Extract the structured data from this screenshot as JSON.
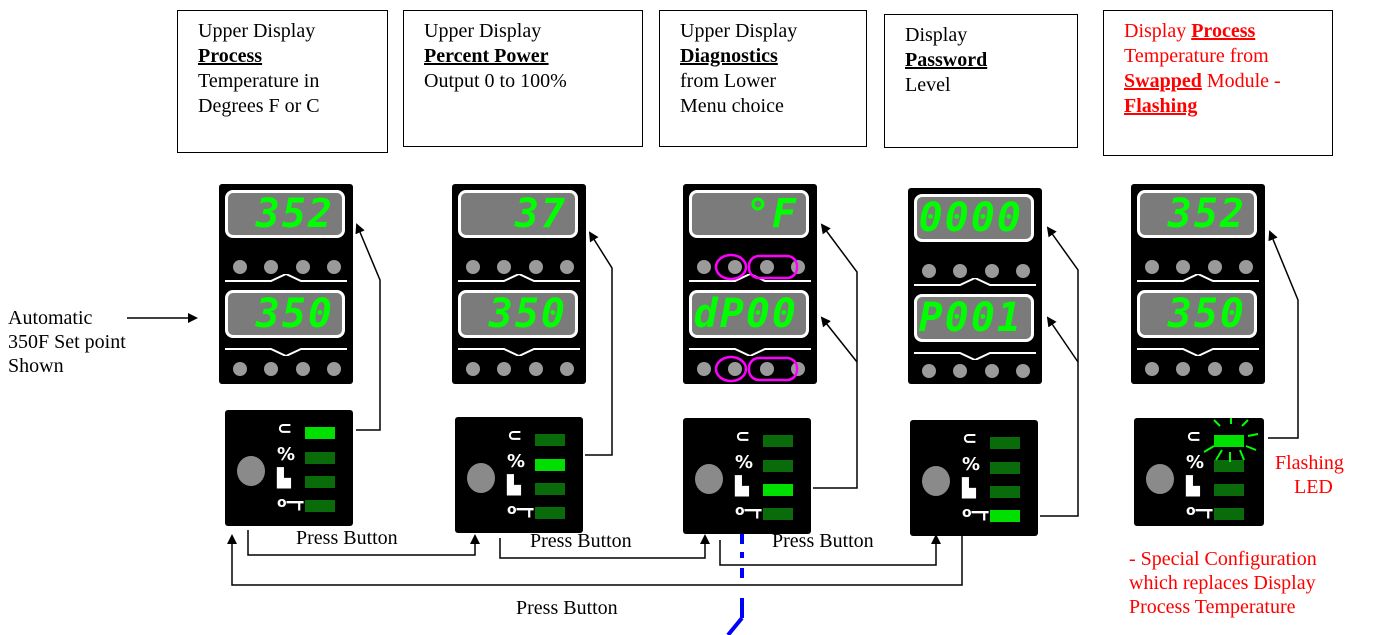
{
  "boxes": [
    {
      "line1": "Upper Display",
      "line2": "Process",
      "line3": "Temperature in",
      "line4": "Degrees F or C"
    },
    {
      "line1": "Upper Display",
      "line2": "Percent Power",
      "line3": "Output  0 to 100%"
    },
    {
      "line1": "Upper Display",
      "line2": "Diagnostics",
      "line3": "from Lower",
      "line4": "Menu choice"
    },
    {
      "line1": "Display",
      "line2": "Password",
      "line3": "Level"
    },
    {
      "line1": "Display",
      "line1b": "Process",
      "line2": "Temperature from",
      "line3a": "Swapped",
      "line3b": " Module -",
      "line4": "Flashing"
    }
  ],
  "displays": [
    {
      "upper": "352",
      "lower": "350"
    },
    {
      "upper": "37",
      "lower": "350"
    },
    {
      "upper": "°F",
      "lower": "dP00"
    },
    {
      "upper": "0000",
      "lower": "P001"
    },
    {
      "upper": "352",
      "lower": "350"
    }
  ],
  "active_led": [
    1,
    2,
    3,
    4,
    1
  ],
  "labels": {
    "automatic": "Automatic",
    "setpoint": "350F Set point",
    "shown": "Shown",
    "press1": "Press Button",
    "press2": "Press Button",
    "press3": "Press Button",
    "press4": "Press Button",
    "flashing": "Flashing",
    "led": "LED",
    "note1": "- Special Configuration",
    "note2": "which replaces Display",
    "note3": "Process Temperature"
  },
  "colors": {
    "text_red": "#ff0000",
    "led_on": "#00e000",
    "led_off": "#0a6b0a",
    "digit": "#00ff00",
    "highlight": "#ff00ff",
    "path_blue": "#0000ff"
  }
}
